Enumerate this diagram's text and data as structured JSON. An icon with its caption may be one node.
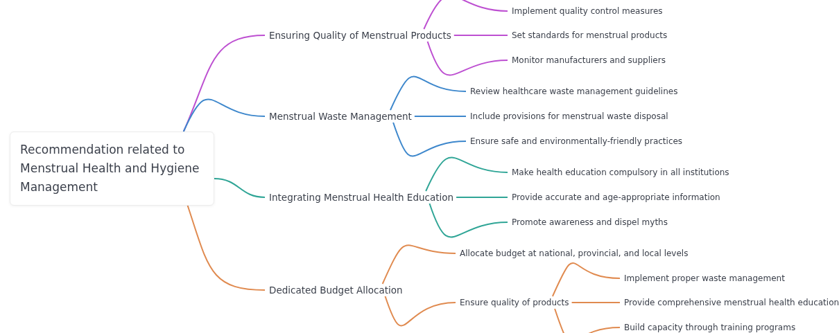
{
  "diagram": {
    "nodes": [
      {
        "text": [
          "Recommendation related to Menstrual Health and Hygiene Management"
        ]
      },
      {
        "text": [
          "Ensuring Quality of Menstrual Products"
        ]
      },
      {
        "text": [
          "Implement quality control measures"
        ]
      },
      {
        "text": [
          "Set standards for menstrual products"
        ]
      },
      {
        "text": [
          "Monitor manufacturers and suppliers"
        ]
      },
      {
        "text": [
          "Menstrual Waste Management"
        ]
      },
      {
        "text": [
          "Review healthcare waste management guidelines"
        ]
      },
      {
        "text": [
          "Include provisions for menstrual waste disposal"
        ]
      },
      {
        "text": [
          "Ensure safe and environmentally-friendly practices"
        ]
      },
      {
        "text": [
          "Integrating Menstrual Health Education"
        ]
      },
      {
        "text": [
          "Make health education compulsory in all institutions"
        ]
      },
      {
        "text": [
          "Provide accurate and age-appropriate information"
        ]
      },
      {
        "text": [
          "Promote awareness and dispel myths"
        ]
      },
      {
        "text": [
          "Dedicated Budget Allocation"
        ]
      },
      {
        "text": [
          "Allocate budget at national, provincial, and local levels"
        ]
      },
      {
        "text": [
          "Ensure quality of products"
        ]
      },
      {
        "text": [
          "Implement proper waste management"
        ]
      },
      {
        "text": [
          "Provide comprehensive menstrual health education"
        ]
      },
      {
        "text": [
          "Build capacity through training programs"
        ]
      }
    ],
    "edges": [
      {
        "from": 0,
        "to": 1,
        "arrow": "none",
        "color": "#bd4fd1"
      },
      {
        "from": 1,
        "to": 2,
        "arrow": "none",
        "color": "#bd4fd1"
      },
      {
        "from": 1,
        "to": 3,
        "arrow": "none",
        "color": "#bd4fd1"
      },
      {
        "from": 1,
        "to": 4,
        "arrow": "none",
        "color": "#bd4fd1"
      },
      {
        "from": 0,
        "to": 5,
        "arrow": "none",
        "color": "#3d87cc"
      },
      {
        "from": 5,
        "to": 6,
        "arrow": "none",
        "color": "#3d87cc"
      },
      {
        "from": 5,
        "to": 7,
        "arrow": "none",
        "color": "#3d87cc"
      },
      {
        "from": 5,
        "to": 8,
        "arrow": "none",
        "color": "#3d87cc"
      },
      {
        "from": 0,
        "to": 9,
        "arrow": "none",
        "color": "#2fa596"
      },
      {
        "from": 9,
        "to": 10,
        "arrow": "none",
        "color": "#2fa596"
      },
      {
        "from": 9,
        "to": 11,
        "arrow": "none",
        "color": "#2fa596"
      },
      {
        "from": 9,
        "to": 12,
        "arrow": "none",
        "color": "#2fa596"
      },
      {
        "from": 0,
        "to": 13,
        "arrow": "none",
        "color": "#e08a4f"
      },
      {
        "from": 13,
        "to": 14,
        "arrow": "none",
        "color": "#e08a4f"
      },
      {
        "from": 13,
        "to": 15,
        "arrow": "none",
        "color": "#e08a4f"
      },
      {
        "from": 15,
        "to": 16,
        "arrow": "none",
        "color": "#e08a4f"
      },
      {
        "from": 15,
        "to": 17,
        "arrow": "none",
        "color": "#e08a4f"
      },
      {
        "from": 15,
        "to": 18,
        "arrow": "none",
        "color": "#e08a4f"
      }
    ]
  }
}
